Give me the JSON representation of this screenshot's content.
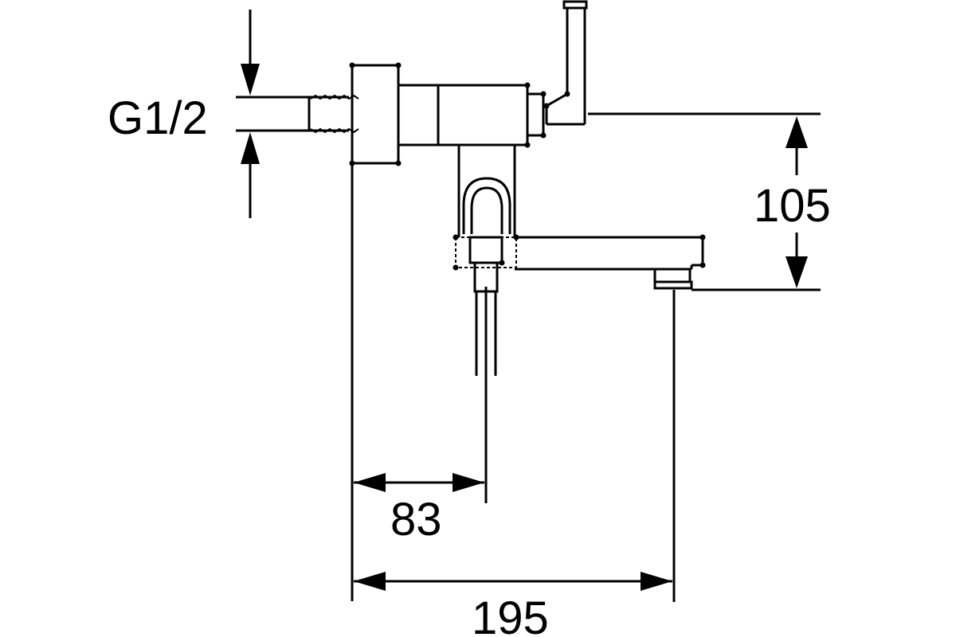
{
  "dimensions": {
    "thread": "G1/2",
    "height": "105",
    "outlet_offset": "83",
    "spout_reach": "195"
  },
  "colors": {
    "line": "#000000",
    "background": "#ffffff"
  }
}
